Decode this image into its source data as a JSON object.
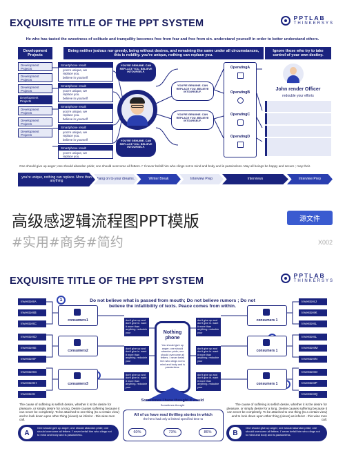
{
  "slide1": {
    "title": "EXQUISITE TITLE OF THE PPT SYSTEM",
    "logo": {
      "line1": "PPTLAB",
      "line2": "THINKERSYS"
    },
    "subtitle": "He who has tasted the sweetness of solitude and tranquility becomes free from fear and free from sin. understand yourself in order to better understand others.",
    "left_header": "Development Projects",
    "center_header": "Being neither jealous nor greedy, being without desires, and remaining the same under all circumstances, this is nobility. you're unique, nothing can replace you.",
    "right_header": "Ignore those who try to take control of your own destiny.",
    "dev_items": [
      "Development Projects",
      "Development Projects",
      "Development Projects",
      "Development Projects",
      "Development Projects",
      "Development Projects",
      "Development Projects"
    ],
    "result_title": "Smartphone result",
    "result_lines": [
      "you're unique, we",
      "replace you.",
      "believe in yourself"
    ],
    "bubble_text": "YOU'RE GENUINE. CAN REPLACE YOU. BELIEVE INTOURSELF.",
    "operating": [
      "OperatingA",
      "OperatingB",
      "OperatingC",
      "OperatingD"
    ],
    "person": {
      "name": "John render Officer",
      "role": "redouble your efforts"
    },
    "footer_text": "One should give up anger; one should abandon pride; one should overcome all fetters. I' Il never befall him who clings not to mind and body and is passionless. May all beings be happy and secure ; may their.",
    "timeline": [
      "you're unique, nothing can replace. More than anything",
      "hang on to your dreams.",
      "Winter Break",
      "Interview Prep",
      "Interviews",
      "Interview Prep"
    ]
  },
  "between": {
    "cn_title": "高级感逻辑流程图PPT模版",
    "cn_tags": "#实用#商务#简约",
    "source_button": "源文件",
    "code": "X002"
  },
  "slide2": {
    "title": "EXQUISITE TITLE OF THE PPT SYSTEM",
    "logo": {
      "line1": "PPTLAB",
      "line2": "THINKERSYS"
    },
    "top_text": "Do not believe what is passed from mouth; Do not believe rumors ; Do not believe the infallibility of texts. Peace comes from within.",
    "left_investors": [
      "InvestorsA",
      "InvestorsB",
      "InvestorsC",
      "InvestorsD",
      "InvestorsE",
      "InvestorsF",
      "InvestorsG",
      "InvestorsH",
      "InvestorsI"
    ],
    "right_investors": [
      "InvestorsJ",
      "InvestorsK",
      "InvestorsL",
      "InvestorsL",
      "InvestorsM",
      "InvestorsN",
      "InvestorsO",
      "InvestorsP",
      "InvestorsQ"
    ],
    "left_consumers": [
      "consumers1",
      "consumers2",
      "consumers3"
    ],
    "right_consumers": [
      "consumers 1",
      "consumers 1",
      "consumers 1"
    ],
    "card_text": "don't give up and don't give in. want it more than anything. redouble your",
    "phone_title": "Nothing phone",
    "phone_text": "You should give up anger; one should abandon pride; one should overcome all fetters. I never befall him who clings not to mind and body and is passionless.",
    "arrow_text": "Sometimes I have thought it would",
    "arrow_sub": "Sometimes thought",
    "bottom_title": "All of us have read thrilling stories in which",
    "bottom_sub": "the hero had only a limited specified time to",
    "percents": [
      "60%",
      "73%",
      "86%"
    ],
    "left_para": "The cause of suffering is selfish desire, whether it is the desire for pleasure, or simply desire for a long. Desire causes suffering because it can never be completely. To be attached to one thing (to a certain view) and to look down upon other thing (views) as inferior - this wise men call.",
    "right_para": "The cause of suffering is selfish desire, whether it is the desire for pleasure, or simply desire for a long. Desire causes suffering because it can never be completely. To be attached to one thing (to a certain view) and to look down upon other thing (views) as inferior - this wise men call.",
    "badge_a": "A",
    "badge_b": "B",
    "badge_text": "One should give up anger; one should abandon pride; one should overcome all fetters. I' never befall him who clings not to mind and body and is passionless.",
    "numbers": [
      "1",
      "2",
      "3",
      "4"
    ]
  }
}
